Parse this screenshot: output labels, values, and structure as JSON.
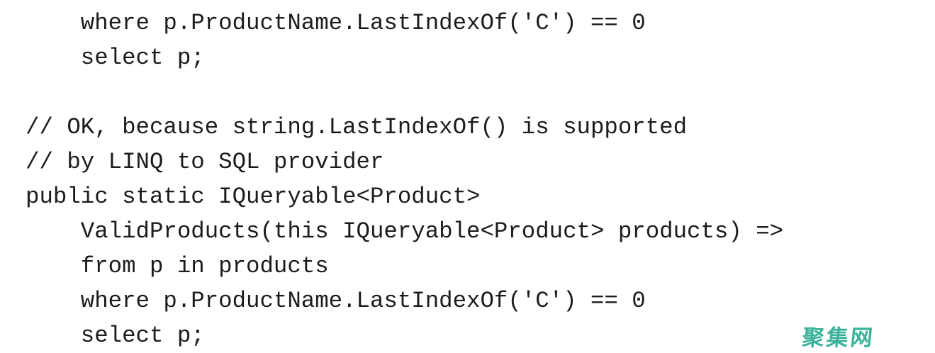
{
  "code": {
    "text_color": "#1c1c1c",
    "lines": [
      "    where p.ProductName.LastIndexOf('C') == 0",
      "    select p;",
      "",
      "// OK, because string.LastIndexOf() is supported",
      "// by LINQ to SQL provider",
      "public static IQueryable<Product>",
      "    ValidProducts(this IQueryable<Product> products) =>",
      "    from p in products",
      "    where p.ProductName.LastIndexOf('C') == 0",
      "    select p;"
    ]
  },
  "watermark": {
    "text": "聚集网",
    "color": "#3bb39a"
  }
}
